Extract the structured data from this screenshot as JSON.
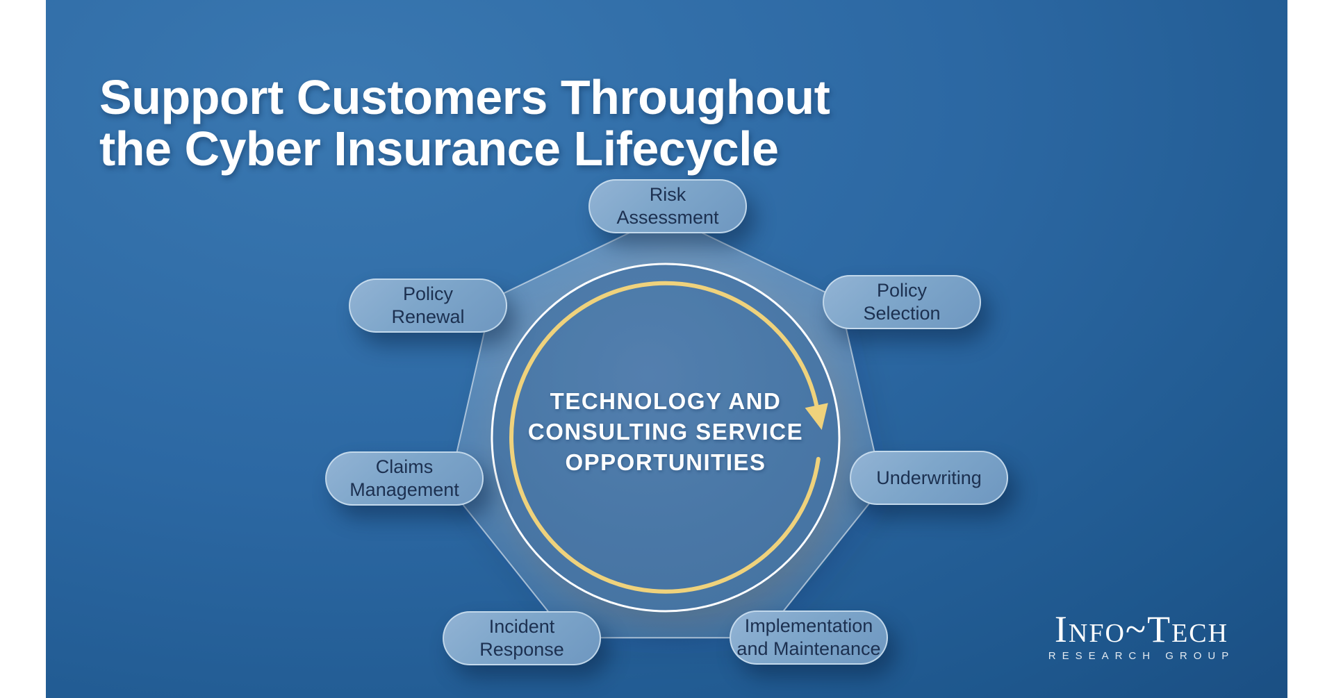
{
  "slide": {
    "title_line1": "Support Customers Throughout",
    "title_line2": "the Cyber Insurance Lifecycle"
  },
  "diagram": {
    "center_label_line1": "TECHNOLOGY AND",
    "center_label_line2": "CONSULTING SERVICE",
    "center_label_line3": "OPPORTUNITIES",
    "stages": [
      {
        "id": "risk-assessment",
        "label": "Risk\nAssessment"
      },
      {
        "id": "policy-selection",
        "label": "Policy\nSelection"
      },
      {
        "id": "underwriting",
        "label": "Underwriting"
      },
      {
        "id": "implementation-and-maintenance",
        "label": "Implementation\nand Maintenance"
      },
      {
        "id": "incident-response",
        "label": "Incident\nResponse"
      },
      {
        "id": "claims-management",
        "label": "Claims\nManagement"
      },
      {
        "id": "policy-renewal",
        "label": "Policy\nRenewal"
      }
    ]
  },
  "logo": {
    "name": "Info~Tech",
    "subtitle": "RESEARCH GROUP"
  },
  "colors": {
    "background_top": "#3a78b1",
    "background_bottom": "#143f70",
    "pill_fill": "#7ea6ca",
    "pill_border": "#d3e5f3",
    "pill_text": "#1c3050",
    "accent_yellow": "#efd27c",
    "ring_white": "#ffffff",
    "title_text": "#ffffff"
  }
}
